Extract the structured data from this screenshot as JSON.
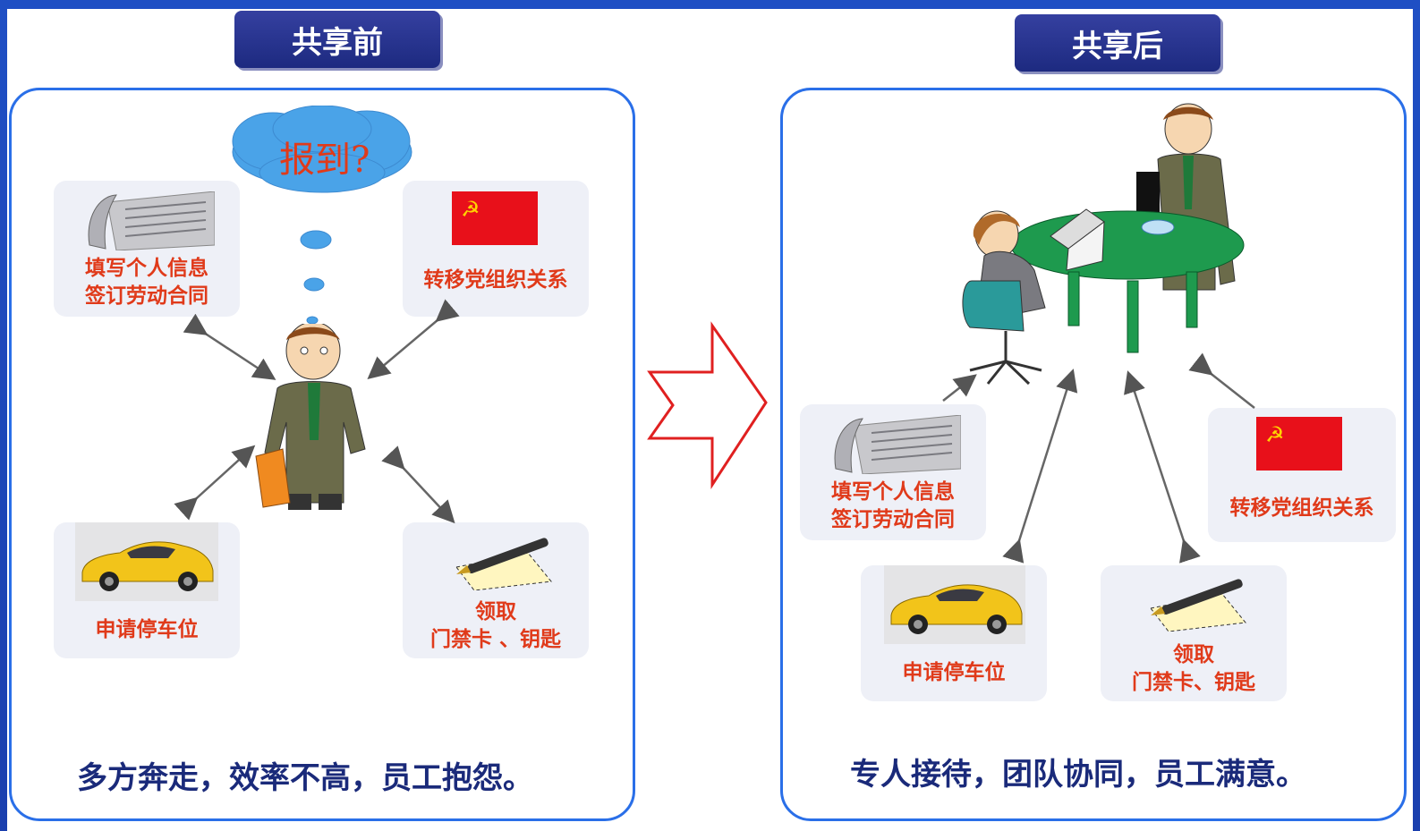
{
  "before": {
    "tab_label": "共享前",
    "thought_text": "报到?",
    "cards": {
      "info": [
        "填写个人信息",
        "签订劳动合同"
      ],
      "party": [
        "转移党组织关系"
      ],
      "parking": [
        "申请停车位"
      ],
      "keys": [
        "领取",
        "门禁卡 、钥匙"
      ]
    },
    "caption": "多方奔走，效率不高，员工抱怨。"
  },
  "after": {
    "tab_label": "共享后",
    "cards": {
      "info": [
        "填写个人信息",
        "签订劳动合同"
      ],
      "party": [
        "转移党组织关系"
      ],
      "parking": [
        "申请停车位"
      ],
      "keys": [
        "领取",
        "门禁卡、钥匙"
      ]
    },
    "caption": "专人接待，团队协同，员工满意。"
  },
  "colors": {
    "accent_red": "#e03a1a",
    "panel_border": "#2a6fe8",
    "tab_bg": "#263493",
    "caption_text": "#1a2a7a",
    "flag_red": "#e8101a",
    "table_green": "#1e9a4e"
  }
}
